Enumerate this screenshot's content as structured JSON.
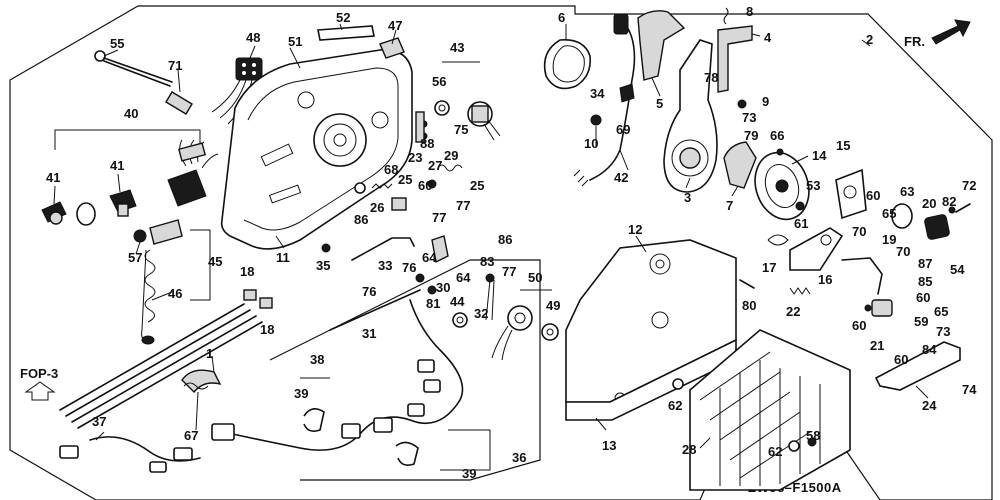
{
  "drawing_code": "ZW58–F1500A",
  "direction_label": "FR.",
  "reference_label": "FOP-3",
  "callouts": [
    {
      "id": "c1",
      "text": "1"
    },
    {
      "id": "c2",
      "text": "2"
    },
    {
      "id": "c3",
      "text": "3"
    },
    {
      "id": "c4",
      "text": "4"
    },
    {
      "id": "c5",
      "text": "5"
    },
    {
      "id": "c6",
      "text": "6"
    },
    {
      "id": "c7",
      "text": "7"
    },
    {
      "id": "c8",
      "text": "8"
    },
    {
      "id": "c9",
      "text": "9"
    },
    {
      "id": "c10",
      "text": "10"
    },
    {
      "id": "c11",
      "text": "11"
    },
    {
      "id": "c12",
      "text": "12"
    },
    {
      "id": "c13",
      "text": "13"
    },
    {
      "id": "c14",
      "text": "14"
    },
    {
      "id": "c15",
      "text": "15"
    },
    {
      "id": "c16",
      "text": "16"
    },
    {
      "id": "c17",
      "text": "17"
    },
    {
      "id": "c18a",
      "text": "18"
    },
    {
      "id": "c18b",
      "text": "18"
    },
    {
      "id": "c19",
      "text": "19"
    },
    {
      "id": "c20",
      "text": "20"
    },
    {
      "id": "c21",
      "text": "21"
    },
    {
      "id": "c22",
      "text": "22"
    },
    {
      "id": "c23",
      "text": "23"
    },
    {
      "id": "c24",
      "text": "24"
    },
    {
      "id": "c25a",
      "text": "25"
    },
    {
      "id": "c25b",
      "text": "25"
    },
    {
      "id": "c26",
      "text": "26"
    },
    {
      "id": "c27",
      "text": "27"
    },
    {
      "id": "c28",
      "text": "28"
    },
    {
      "id": "c29",
      "text": "29"
    },
    {
      "id": "c30",
      "text": "30"
    },
    {
      "id": "c31",
      "text": "31"
    },
    {
      "id": "c32",
      "text": "32"
    },
    {
      "id": "c33",
      "text": "33"
    },
    {
      "id": "c34",
      "text": "34"
    },
    {
      "id": "c35",
      "text": "35"
    },
    {
      "id": "c36",
      "text": "36"
    },
    {
      "id": "c37",
      "text": "37"
    },
    {
      "id": "c38",
      "text": "38"
    },
    {
      "id": "c39a",
      "text": "39"
    },
    {
      "id": "c39b",
      "text": "39"
    },
    {
      "id": "c40",
      "text": "40"
    },
    {
      "id": "c41a",
      "text": "41"
    },
    {
      "id": "c41b",
      "text": "41"
    },
    {
      "id": "c42",
      "text": "42"
    },
    {
      "id": "c43",
      "text": "43"
    },
    {
      "id": "c44",
      "text": "44"
    },
    {
      "id": "c45",
      "text": "45"
    },
    {
      "id": "c46",
      "text": "46"
    },
    {
      "id": "c47",
      "text": "47"
    },
    {
      "id": "c48",
      "text": "48"
    },
    {
      "id": "c49",
      "text": "49"
    },
    {
      "id": "c50",
      "text": "50"
    },
    {
      "id": "c51",
      "text": "51"
    },
    {
      "id": "c52",
      "text": "52"
    },
    {
      "id": "c53",
      "text": "53"
    },
    {
      "id": "c54",
      "text": "54"
    },
    {
      "id": "c55",
      "text": "55"
    },
    {
      "id": "c56",
      "text": "56"
    },
    {
      "id": "c57",
      "text": "57"
    },
    {
      "id": "c58",
      "text": "58"
    },
    {
      "id": "c59",
      "text": "59"
    },
    {
      "id": "c60a",
      "text": "60"
    },
    {
      "id": "c60b",
      "text": "60"
    },
    {
      "id": "c60c",
      "text": "60"
    },
    {
      "id": "c60d",
      "text": "60"
    },
    {
      "id": "c60e",
      "text": "60"
    },
    {
      "id": "c61",
      "text": "61"
    },
    {
      "id": "c62a",
      "text": "62"
    },
    {
      "id": "c62b",
      "text": "62"
    },
    {
      "id": "c63",
      "text": "63"
    },
    {
      "id": "c64a",
      "text": "64"
    },
    {
      "id": "c64b",
      "text": "64"
    },
    {
      "id": "c65a",
      "text": "65"
    },
    {
      "id": "c65b",
      "text": "65"
    },
    {
      "id": "c66",
      "text": "66"
    },
    {
      "id": "c67",
      "text": "67"
    },
    {
      "id": "c68",
      "text": "68"
    },
    {
      "id": "c69",
      "text": "69"
    },
    {
      "id": "c70a",
      "text": "70"
    },
    {
      "id": "c70b",
      "text": "70"
    },
    {
      "id": "c71",
      "text": "71"
    },
    {
      "id": "c72",
      "text": "72"
    },
    {
      "id": "c73a",
      "text": "73"
    },
    {
      "id": "c73b",
      "text": "73"
    },
    {
      "id": "c74",
      "text": "74"
    },
    {
      "id": "c75",
      "text": "75"
    },
    {
      "id": "c76a",
      "text": "76"
    },
    {
      "id": "c76b",
      "text": "76"
    },
    {
      "id": "c77a",
      "text": "77"
    },
    {
      "id": "c77b",
      "text": "77"
    },
    {
      "id": "c77c",
      "text": "77"
    },
    {
      "id": "c78",
      "text": "78"
    },
    {
      "id": "c79",
      "text": "79"
    },
    {
      "id": "c80",
      "text": "80"
    },
    {
      "id": "c81",
      "text": "81"
    },
    {
      "id": "c82",
      "text": "82"
    },
    {
      "id": "c83",
      "text": "83"
    },
    {
      "id": "c84",
      "text": "84"
    },
    {
      "id": "c85",
      "text": "85"
    },
    {
      "id": "c86a",
      "text": "86"
    },
    {
      "id": "c86b",
      "text": "86"
    },
    {
      "id": "c87",
      "text": "87"
    },
    {
      "id": "c88",
      "text": "88"
    }
  ]
}
